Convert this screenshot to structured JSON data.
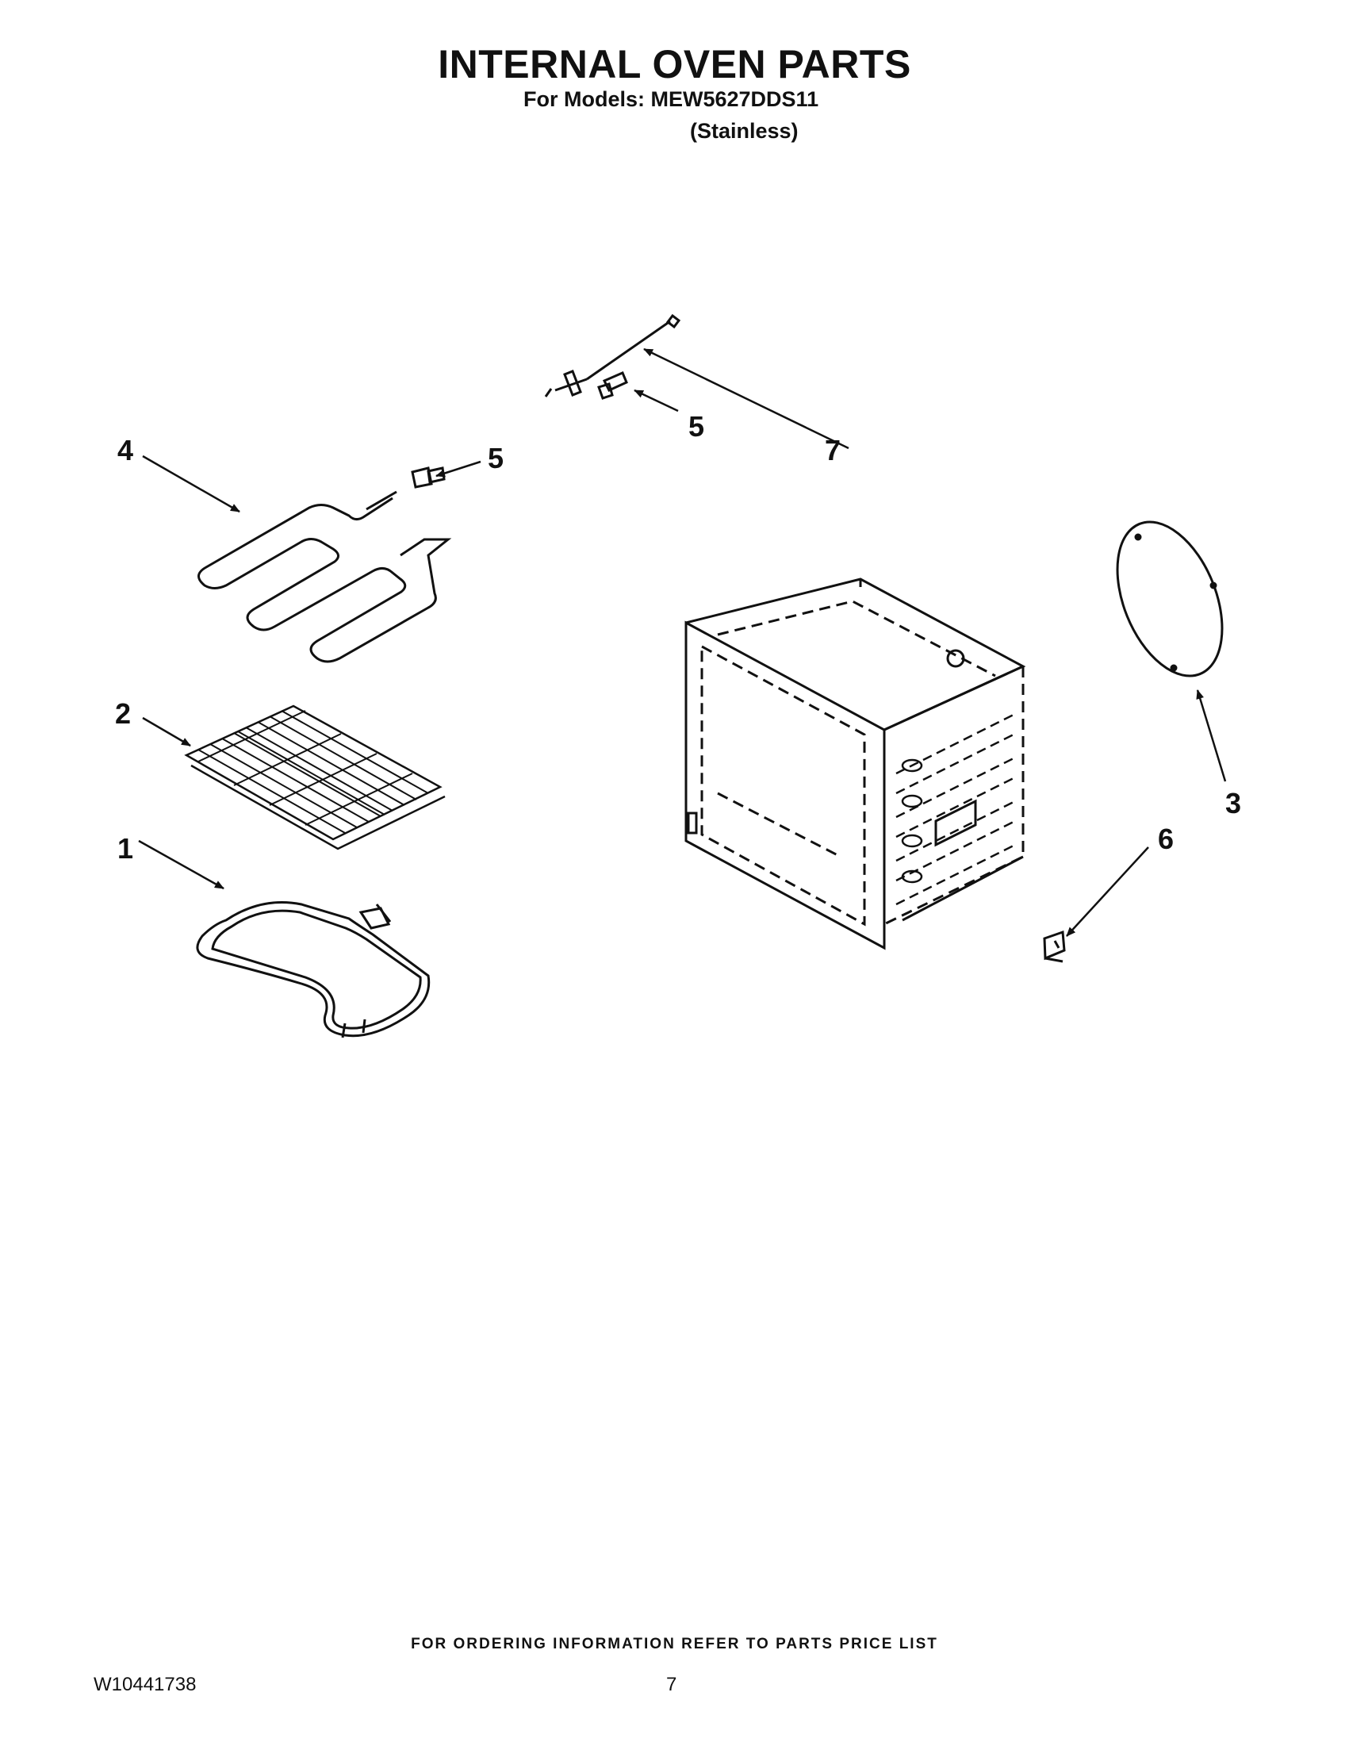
{
  "header": {
    "title": "INTERNAL OVEN PARTS",
    "models": "For Models: MEW5627DDS11",
    "variant": "(Stainless)"
  },
  "callouts": [
    "1",
    "2",
    "3",
    "4",
    "5",
    "5",
    "6",
    "7"
  ],
  "footer": {
    "ordering_note": "FOR ORDERING INFORMATION REFER TO PARTS PRICE LIST",
    "document_number": "W10441738",
    "page_number": "7"
  }
}
